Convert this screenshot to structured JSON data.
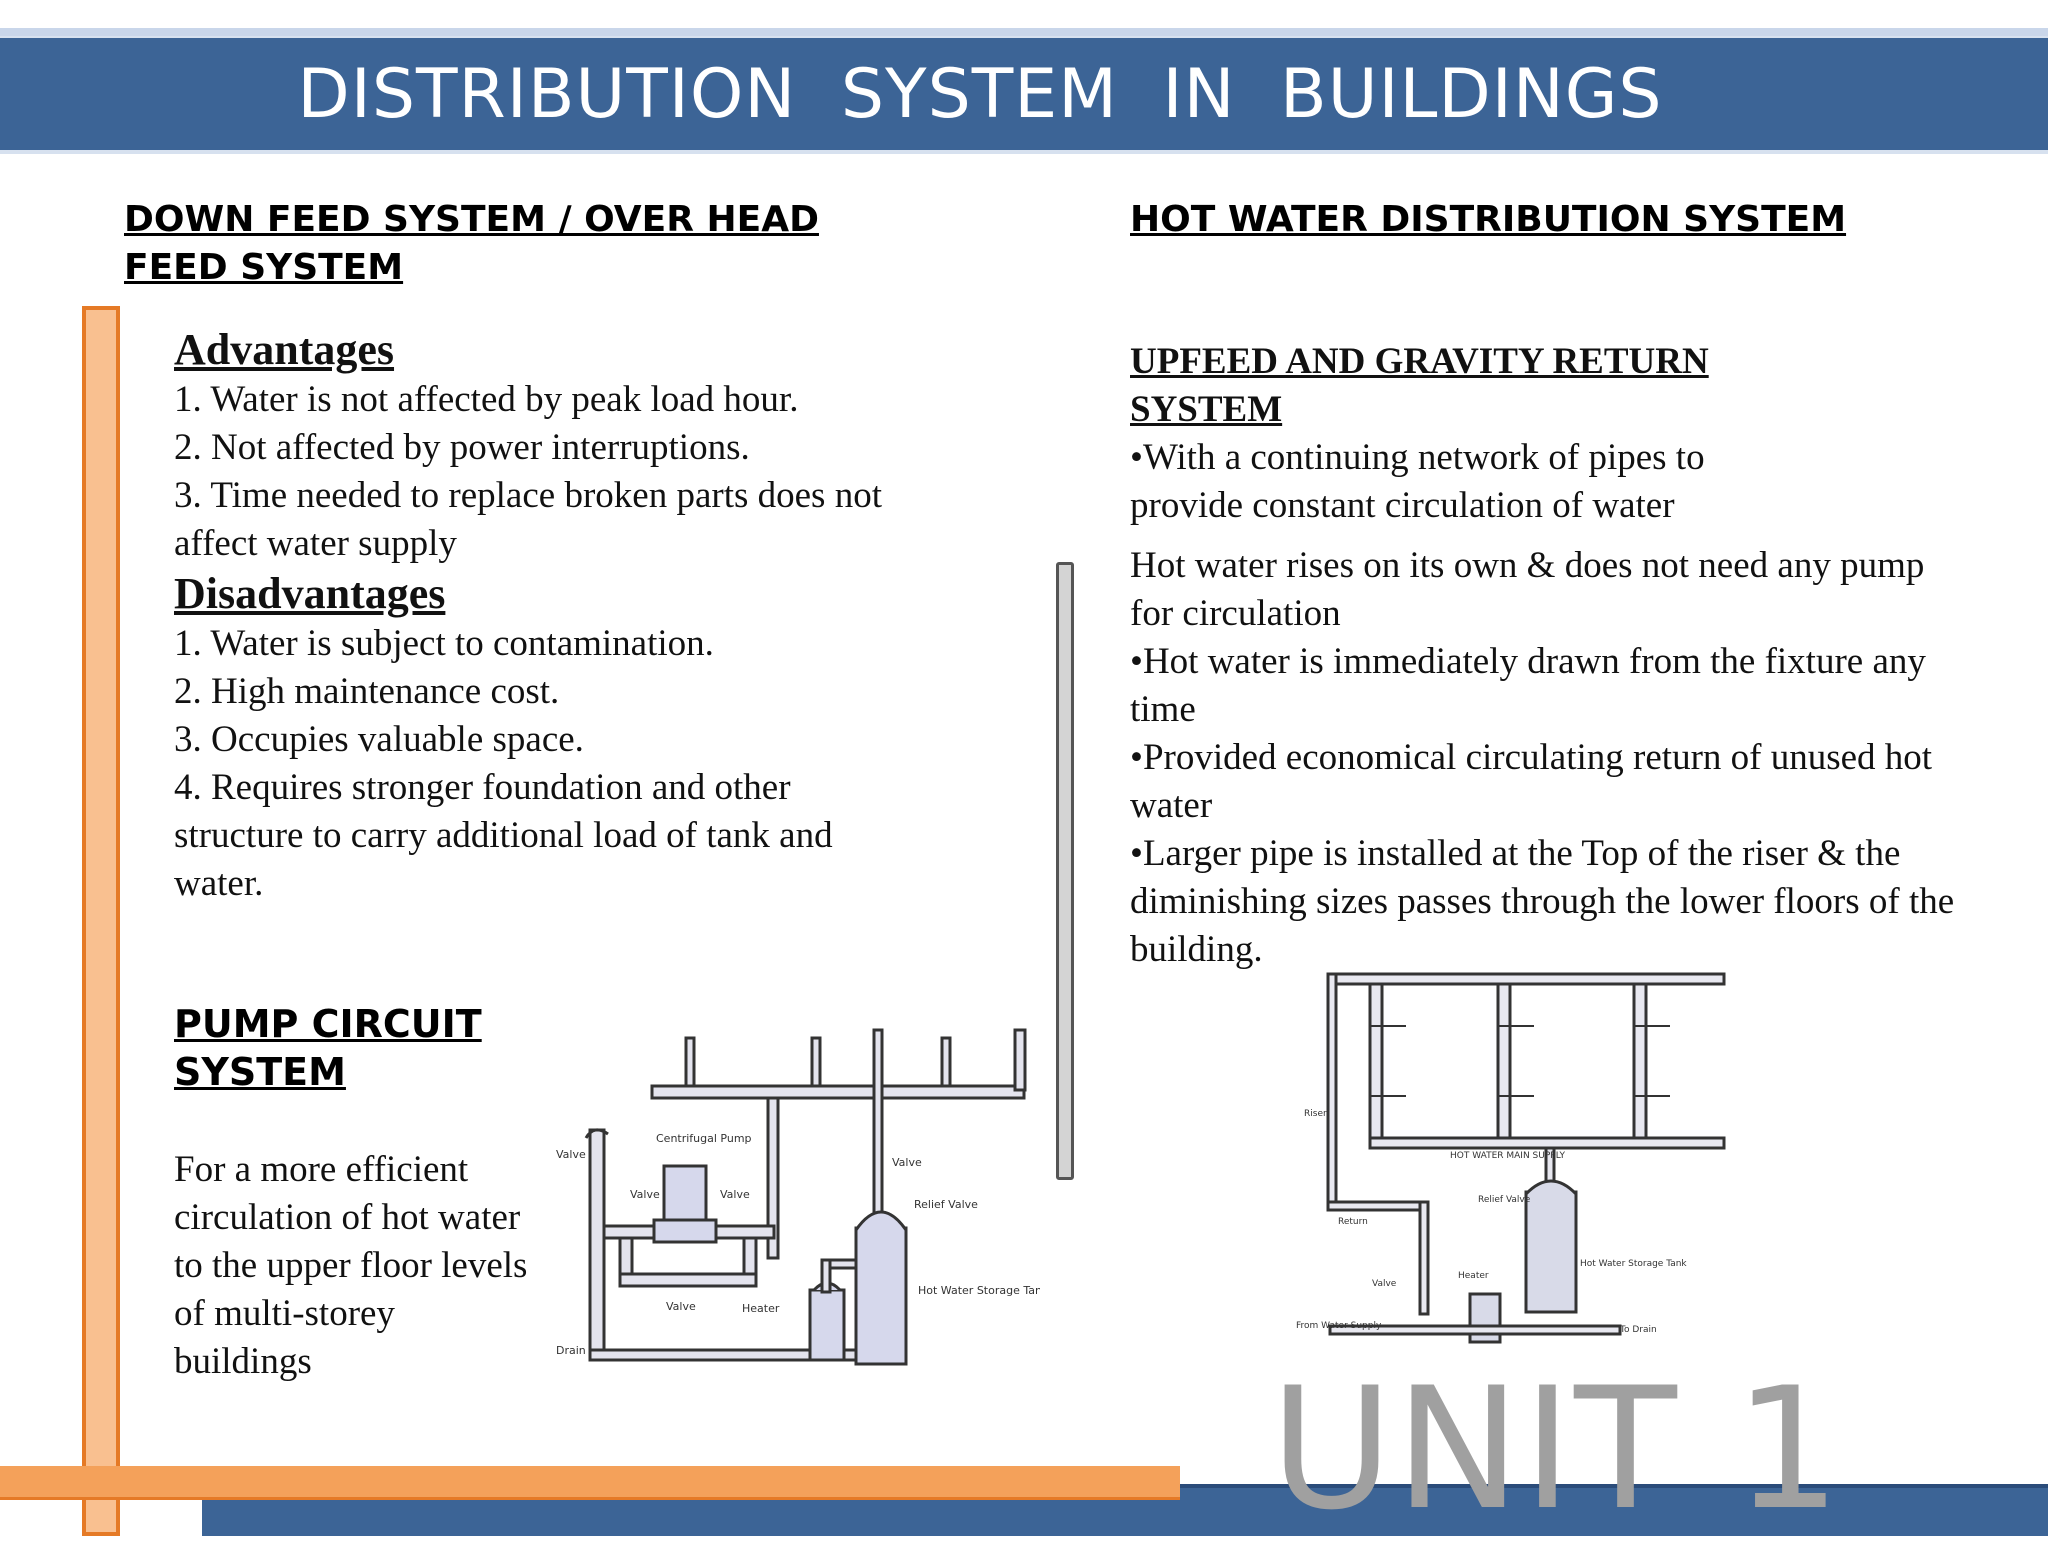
{
  "title": "DISTRIBUTION   SYSTEM  IN  BUILDINGS",
  "left": {
    "heading_line1": "DOWN FEED SYSTEM / OVER HEAD",
    "heading_line2": "FEED SYSTEM",
    "advantages_title": "Advantages",
    "advantages": [
      "1. Water is not affected by peak load hour.",
      "2. Not affected by power interruptions.",
      "3. Time needed to replace broken parts does not affect water supply"
    ],
    "disadvantages_title": "Disadvantages",
    "disadvantages": [
      "1. Water is subject to contamination.",
      "2. High maintenance cost.",
      "3. Occupies valuable space.",
      "4. Requires stronger foundation and other structure to carry additional load of tank and water."
    ],
    "pump_heading_line1": "PUMP CIRCUIT",
    "pump_heading_line2": "SYSTEM",
    "pump_text": "For a more efficient circulation of hot water to the upper floor levels of multi-storey buildings",
    "diagram_labels": {
      "valve_left": "Valve",
      "pump": "Centrifugal Pump",
      "valve_top": "Valve",
      "valve_a": "Valve",
      "valve_b": "Valve",
      "relief": "Relief Valve",
      "valve_bottom": "Valve",
      "heater": "Heater",
      "tank": "Hot Water Storage Tank",
      "drain": "Drain"
    }
  },
  "right": {
    "heading": "HOT WATER DISTRIBUTION SYSTEM",
    "sub_line1": "UPFEED AND GRAVITY RETURN",
    "sub_line2": "SYSTEM",
    "para1": "•With a continuing network of pipes to provide constant circulation of water",
    "para2": "Hot water rises on its own & does not need any pump for circulation",
    "para3": "•Hot water is immediately drawn from the fixture any time",
    "para4": "•Provided economical circulating return of unused hot water",
    "para5": "•Larger pipe is installed at the Top of the riser & the diminishing sizes passes through the lower floors of the building.",
    "diagram_labels": {
      "riser": "Riser",
      "main": "HOT WATER MAIN SUPPLY",
      "relief": "Relief Valve",
      "return": "Return",
      "valve": "Valve",
      "heater": "Heater",
      "tank": "Hot Water Storage Tank",
      "supply": "From Water Supply",
      "drain": "To Drain"
    }
  },
  "watermark": "UNIT 1",
  "colors": {
    "title_bar": "#3c6496",
    "accent_orange": "#e57a26",
    "orange_fill": "#f9c090"
  }
}
